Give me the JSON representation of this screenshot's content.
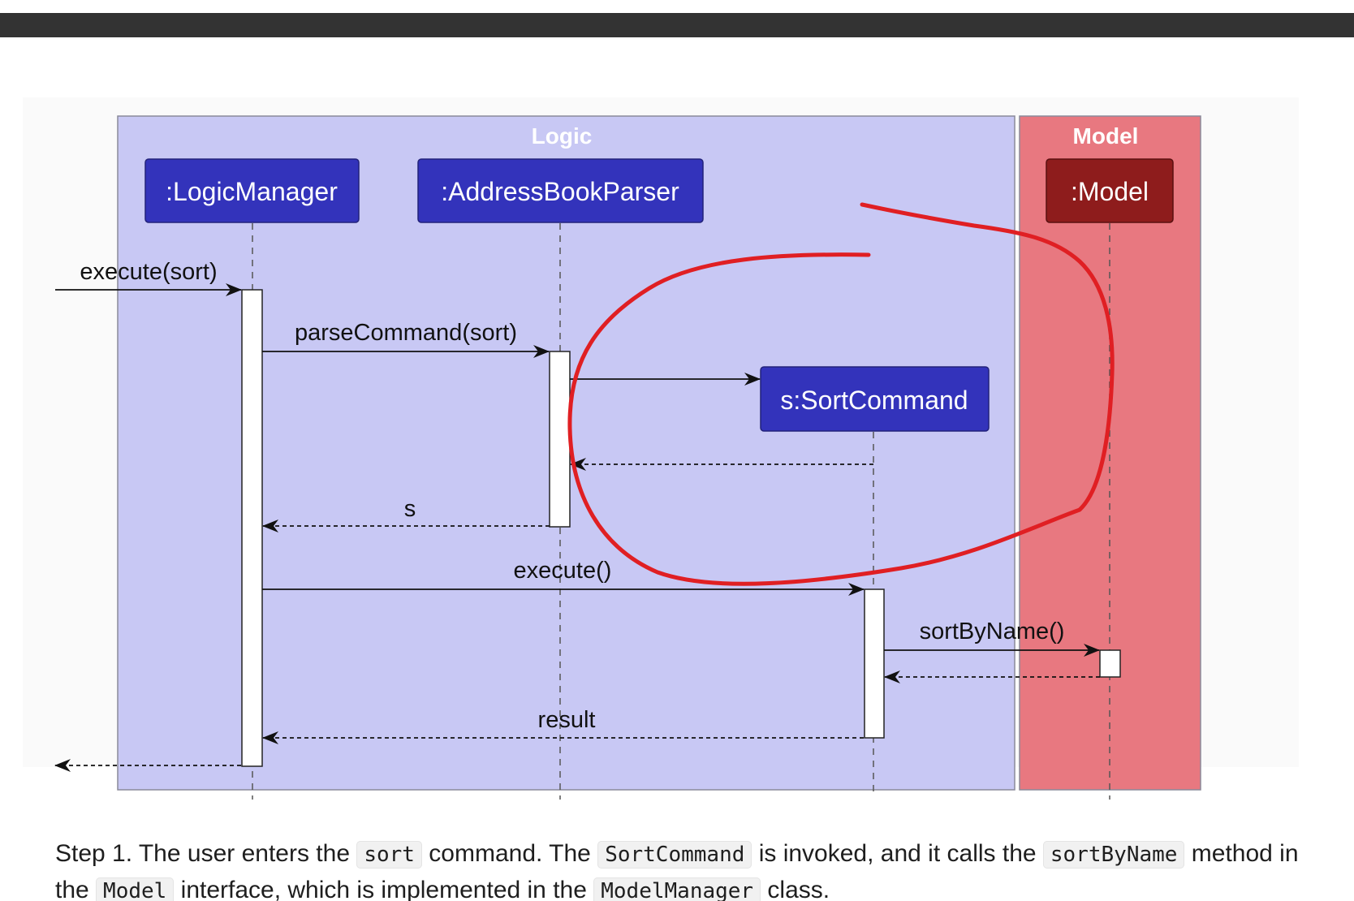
{
  "diagram": {
    "logic_box": {
      "title": "Logic"
    },
    "model_box": {
      "title": "Model"
    },
    "participants": {
      "logic_manager": ":LogicManager",
      "address_book_parser": ":AddressBookParser",
      "sort_command": "s:SortCommand",
      "model": ":Model"
    },
    "messages": {
      "execute_sort": "execute(sort)",
      "parse_command": "parseCommand(sort)",
      "return_s": "s",
      "execute": "execute()",
      "sort_by_name": "sortByName()",
      "result": "result"
    },
    "colors": {
      "logic_background": "#c8c8f4",
      "participant_blue": "#3333bb",
      "model_background": "#e87880",
      "model_participant": "#8e1c1c",
      "annotation_red": "#e01f23"
    }
  },
  "paragraph": {
    "t1": "Step 1. The user enters the ",
    "c1": "sort",
    "t2": " command. The ",
    "c2": "SortCommand",
    "t3": " is invoked, and it calls the ",
    "c3": "sortByName",
    "t4": " method in the ",
    "c4": "Model",
    "t5": " interface, which is implemented in the ",
    "c5": "ModelManager",
    "t6": " class."
  }
}
